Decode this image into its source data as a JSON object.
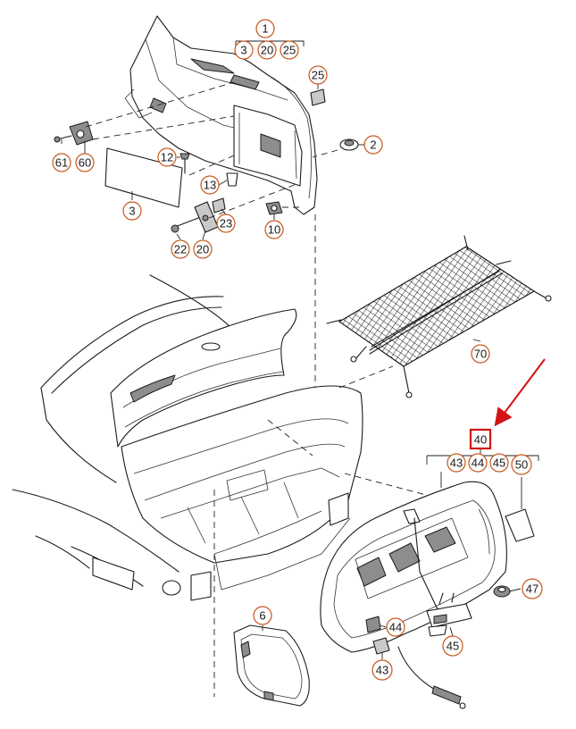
{
  "diagram": {
    "callouts": {
      "c1": "1",
      "c3a": "3",
      "c20a": "20",
      "c25a": "25",
      "c25b": "25",
      "c2": "2",
      "c12": "12",
      "c61": "61",
      "c60": "60",
      "c13": "13",
      "c3b": "3",
      "c23": "23",
      "c22": "22",
      "c20b": "20",
      "c10": "10",
      "c70": "70",
      "c40": "40",
      "c43a": "43",
      "c44a": "44",
      "c45a": "45",
      "c50": "50",
      "c47": "47",
      "c6": "6",
      "c44b": "44",
      "c45b": "45",
      "c43b": "43"
    },
    "highlighted_part": "40",
    "colors": {
      "callout_outline": "#c8551a",
      "highlight": "#d21414",
      "line": "#1b1b1b"
    }
  }
}
